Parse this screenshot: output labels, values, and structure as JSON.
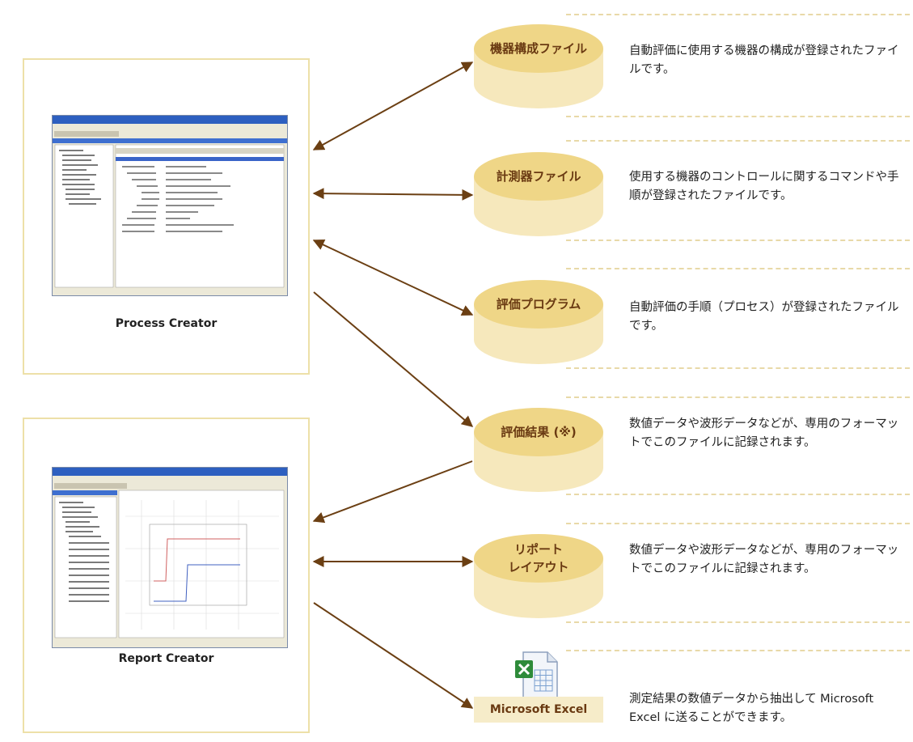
{
  "apps": {
    "process": {
      "label": "Process Creator"
    },
    "report": {
      "label": "Report Creator"
    }
  },
  "files": [
    {
      "label": "機器構成ファイル",
      "description": "自動評価に使用する機器の構成が登録されたファイルです。"
    },
    {
      "label": "計測器ファイル",
      "description": "使用する機器のコントロールに関するコマンドや手順が登録されたファイルです。"
    },
    {
      "label": "評価プログラム",
      "description": "自動評価の手順（プロセス）が登録されたファイルです。"
    },
    {
      "label": "評価結果 (※)",
      "description": "数値データや波形データなどが、専用のフォーマットでこのファイルに記録されます。"
    },
    {
      "label": "リポート\nレイアウト",
      "description": "数値データや波形データなどが、専用のフォーマットでこのファイルに記録されます。"
    }
  ],
  "excel": {
    "label": "Microsoft Excel",
    "icon": "excel-icon",
    "description": "測定結果の数値データから抽出して Microsoft Excel に送ることができます。"
  },
  "colors": {
    "cylinder_top": "#efd687",
    "cylinder_side": "#f6e8bc",
    "arrow": "#6b3f13",
    "box_border": "#ede0a8",
    "dash": "#e8d9a8"
  }
}
